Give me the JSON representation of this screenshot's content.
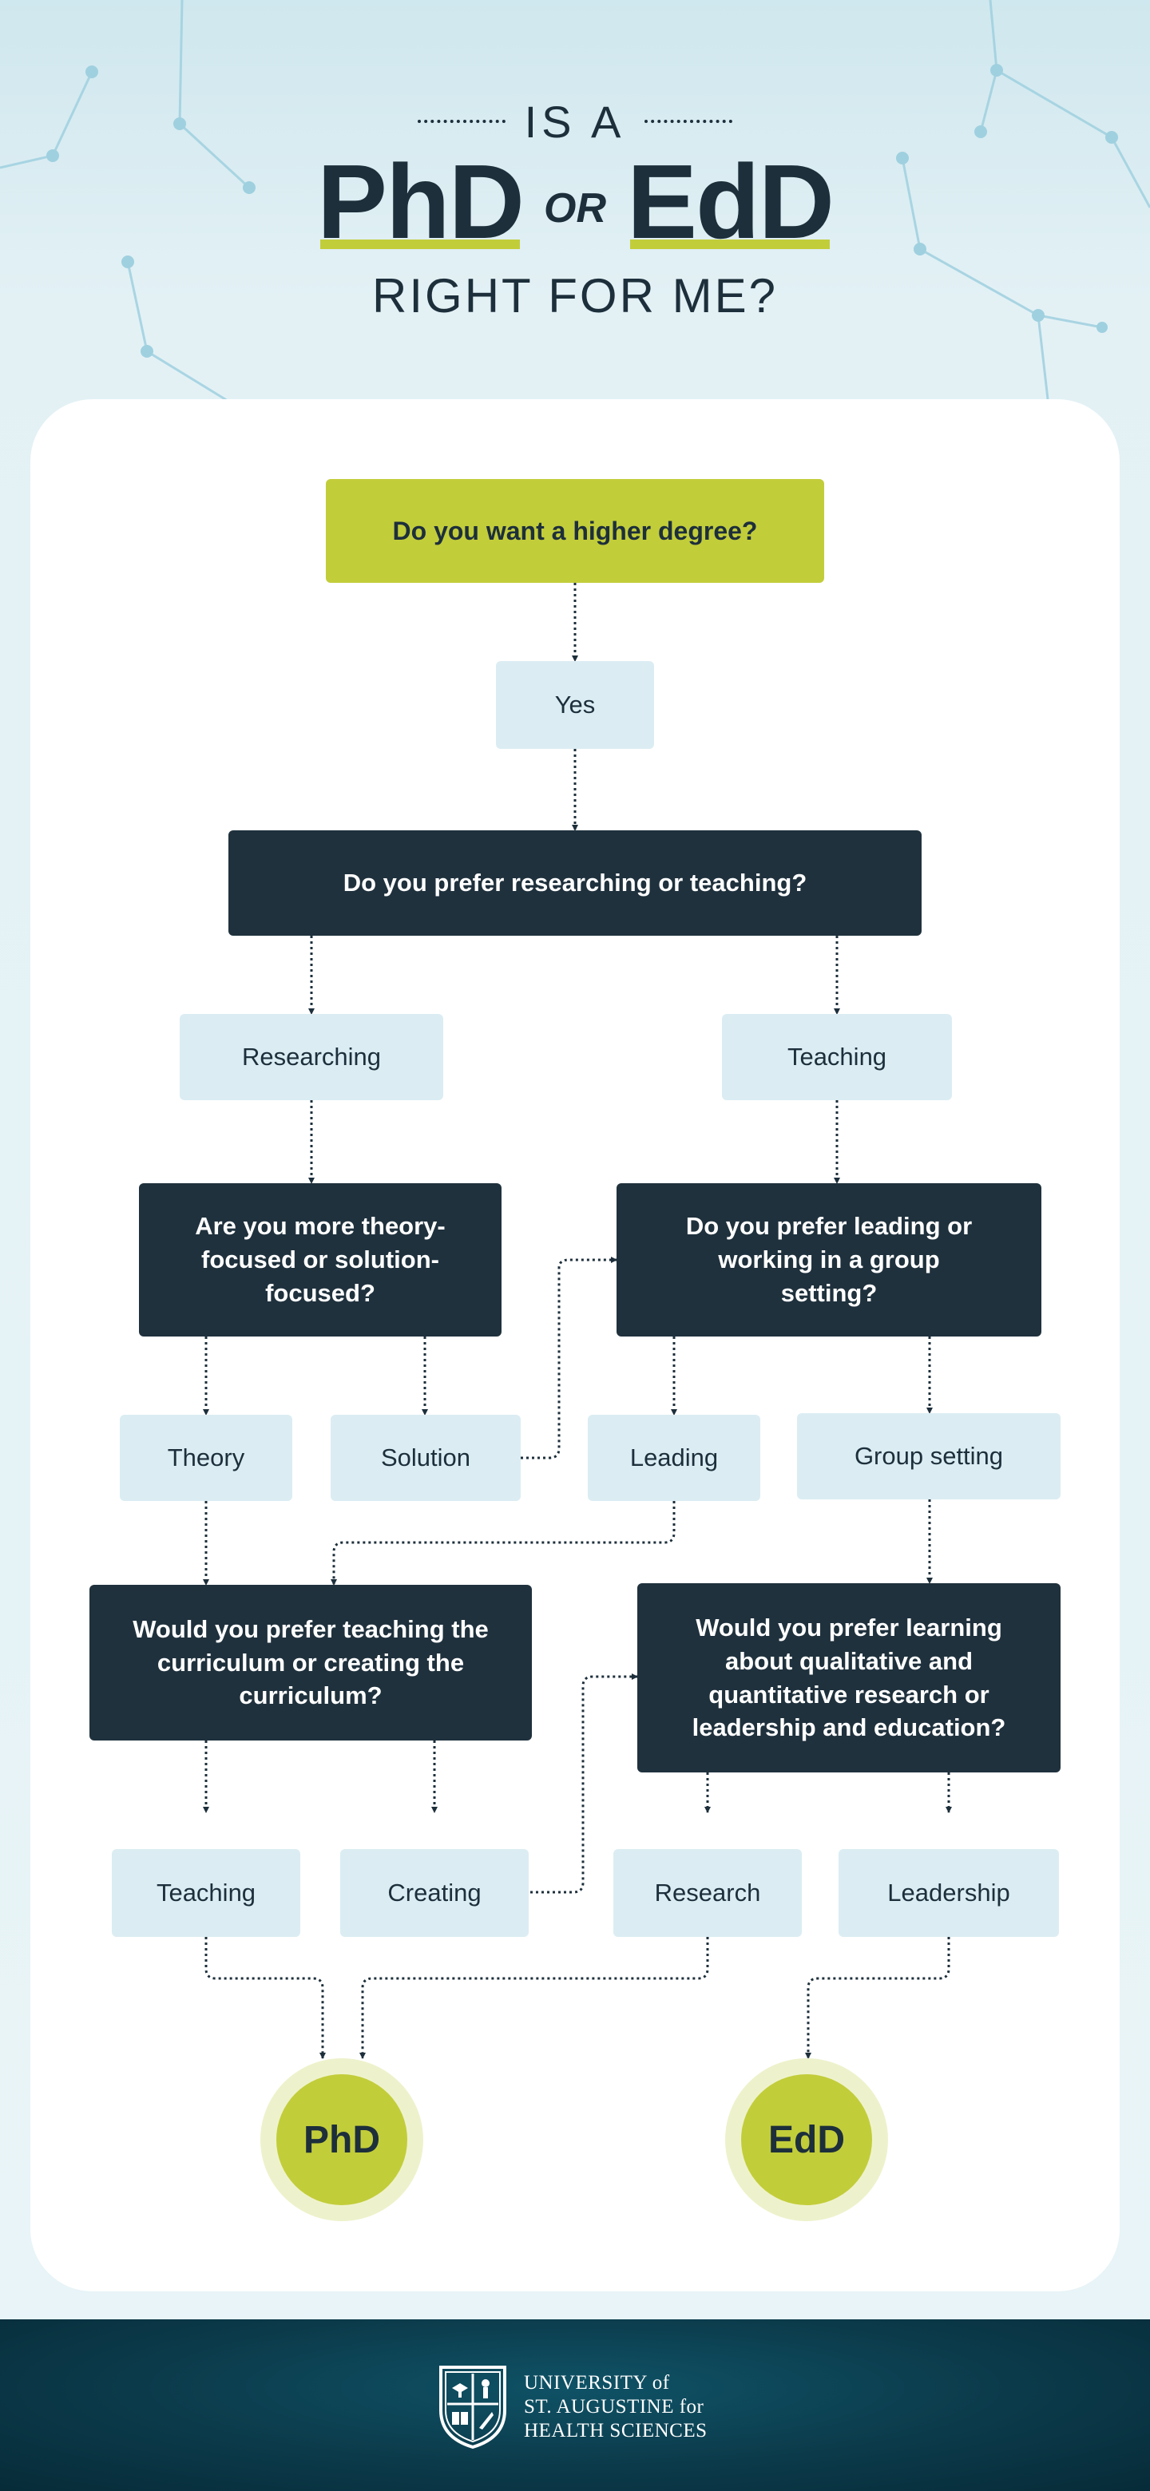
{
  "title": {
    "line1": "IS A",
    "degree_a": "PhD",
    "connector": "OR",
    "degree_b": "EdD",
    "line3": "RIGHT FOR ME?"
  },
  "flow": {
    "start": "Do you want a higher degree?",
    "yes": "Yes",
    "q_prefer": "Do you prefer researching or teaching?",
    "researching": "Researching",
    "teaching": "Teaching",
    "q_theory": "Are you more theory-focused or solution-focused?",
    "q_leading": "Do you prefer leading or working in a group setting?",
    "theory": "Theory",
    "solution": "Solution",
    "leading": "Leading",
    "group_setting": "Group setting",
    "q_curriculum": "Would you prefer teaching the curriculum or creating the curriculum?",
    "q_learning": "Would you prefer learning about qualitative and quantitative research or leadership and education?",
    "teaching2": "Teaching",
    "creating": "Creating",
    "research": "Research",
    "leadership": "Leadership"
  },
  "results": {
    "phd": "PhD",
    "edd": "EdD"
  },
  "footer": {
    "logo_line1": "UNIVERSITY of",
    "logo_line2": "ST. AUGUSTINE for",
    "logo_line3": "HEALTH SCIENCES"
  },
  "colors": {
    "accent": "#c2cd3a",
    "dark": "#1f313d",
    "light": "#dbedf3",
    "footer": "#0b3a4a"
  }
}
